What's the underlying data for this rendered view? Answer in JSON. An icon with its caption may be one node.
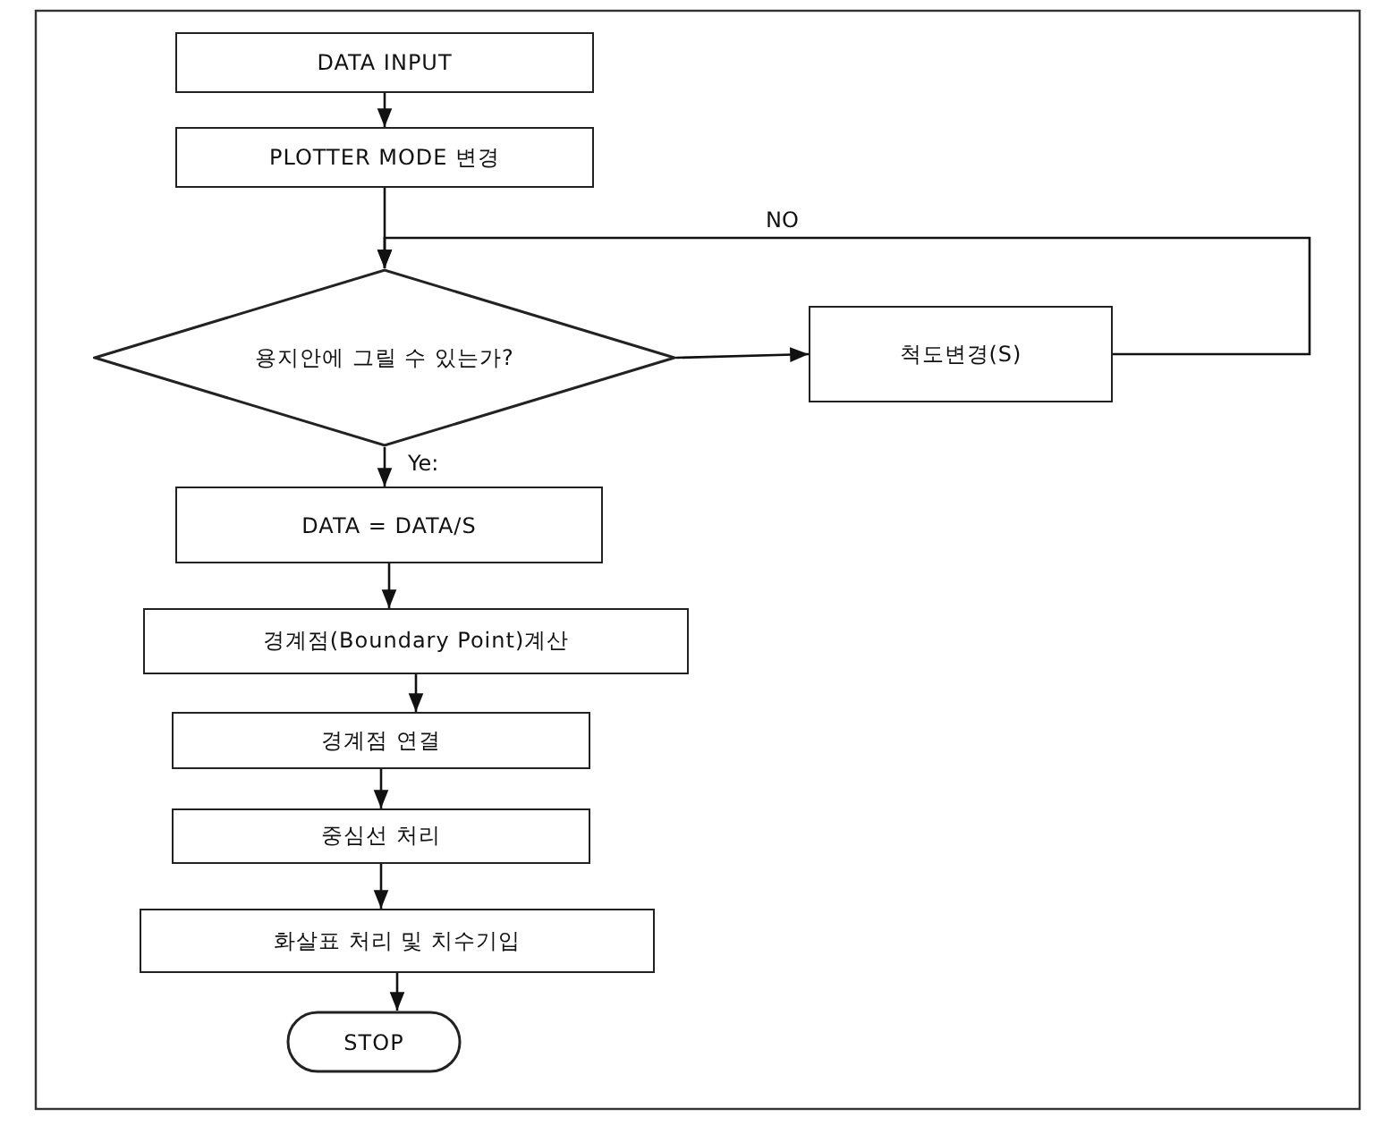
{
  "diagram": {
    "nodes": [
      {
        "text": [
          "DATA INPUT"
        ]
      },
      {
        "text": [
          "PLOTTER MODE 변경"
        ]
      },
      {
        "text": [
          "용지안에 그릴 수 있는가?"
        ]
      },
      {
        "text": [
          "척도변경(S)"
        ]
      },
      {
        "text": [
          "DATA = DATA/S"
        ]
      },
      {
        "text": [
          "경계점(Boundary Point)계산"
        ]
      },
      {
        "text": [
          "경계점 연결"
        ]
      },
      {
        "text": [
          "중심선 처리"
        ]
      },
      {
        "text": [
          "화살표 처리 및 치수기입"
        ]
      },
      {
        "text": [
          "STOP"
        ]
      }
    ],
    "edges": [
      {
        "from": 0,
        "to": 1,
        "arrow": "to"
      },
      {
        "from": 1,
        "to": 2,
        "arrow": "to"
      },
      {
        "from": 2,
        "to": 3,
        "arrow": "to"
      },
      {
        "from": 3,
        "to": 2,
        "arrow": "to",
        "label": "NO"
      },
      {
        "from": 2,
        "to": 4,
        "arrow": "to",
        "label": "Ye:"
      },
      {
        "from": 4,
        "to": 5,
        "arrow": "to"
      },
      {
        "from": 5,
        "to": 6,
        "arrow": "to"
      },
      {
        "from": 6,
        "to": 7,
        "arrow": "to"
      },
      {
        "from": 7,
        "to": 8,
        "arrow": "to"
      },
      {
        "from": 8,
        "to": 9,
        "arrow": "to"
      }
    ]
  }
}
